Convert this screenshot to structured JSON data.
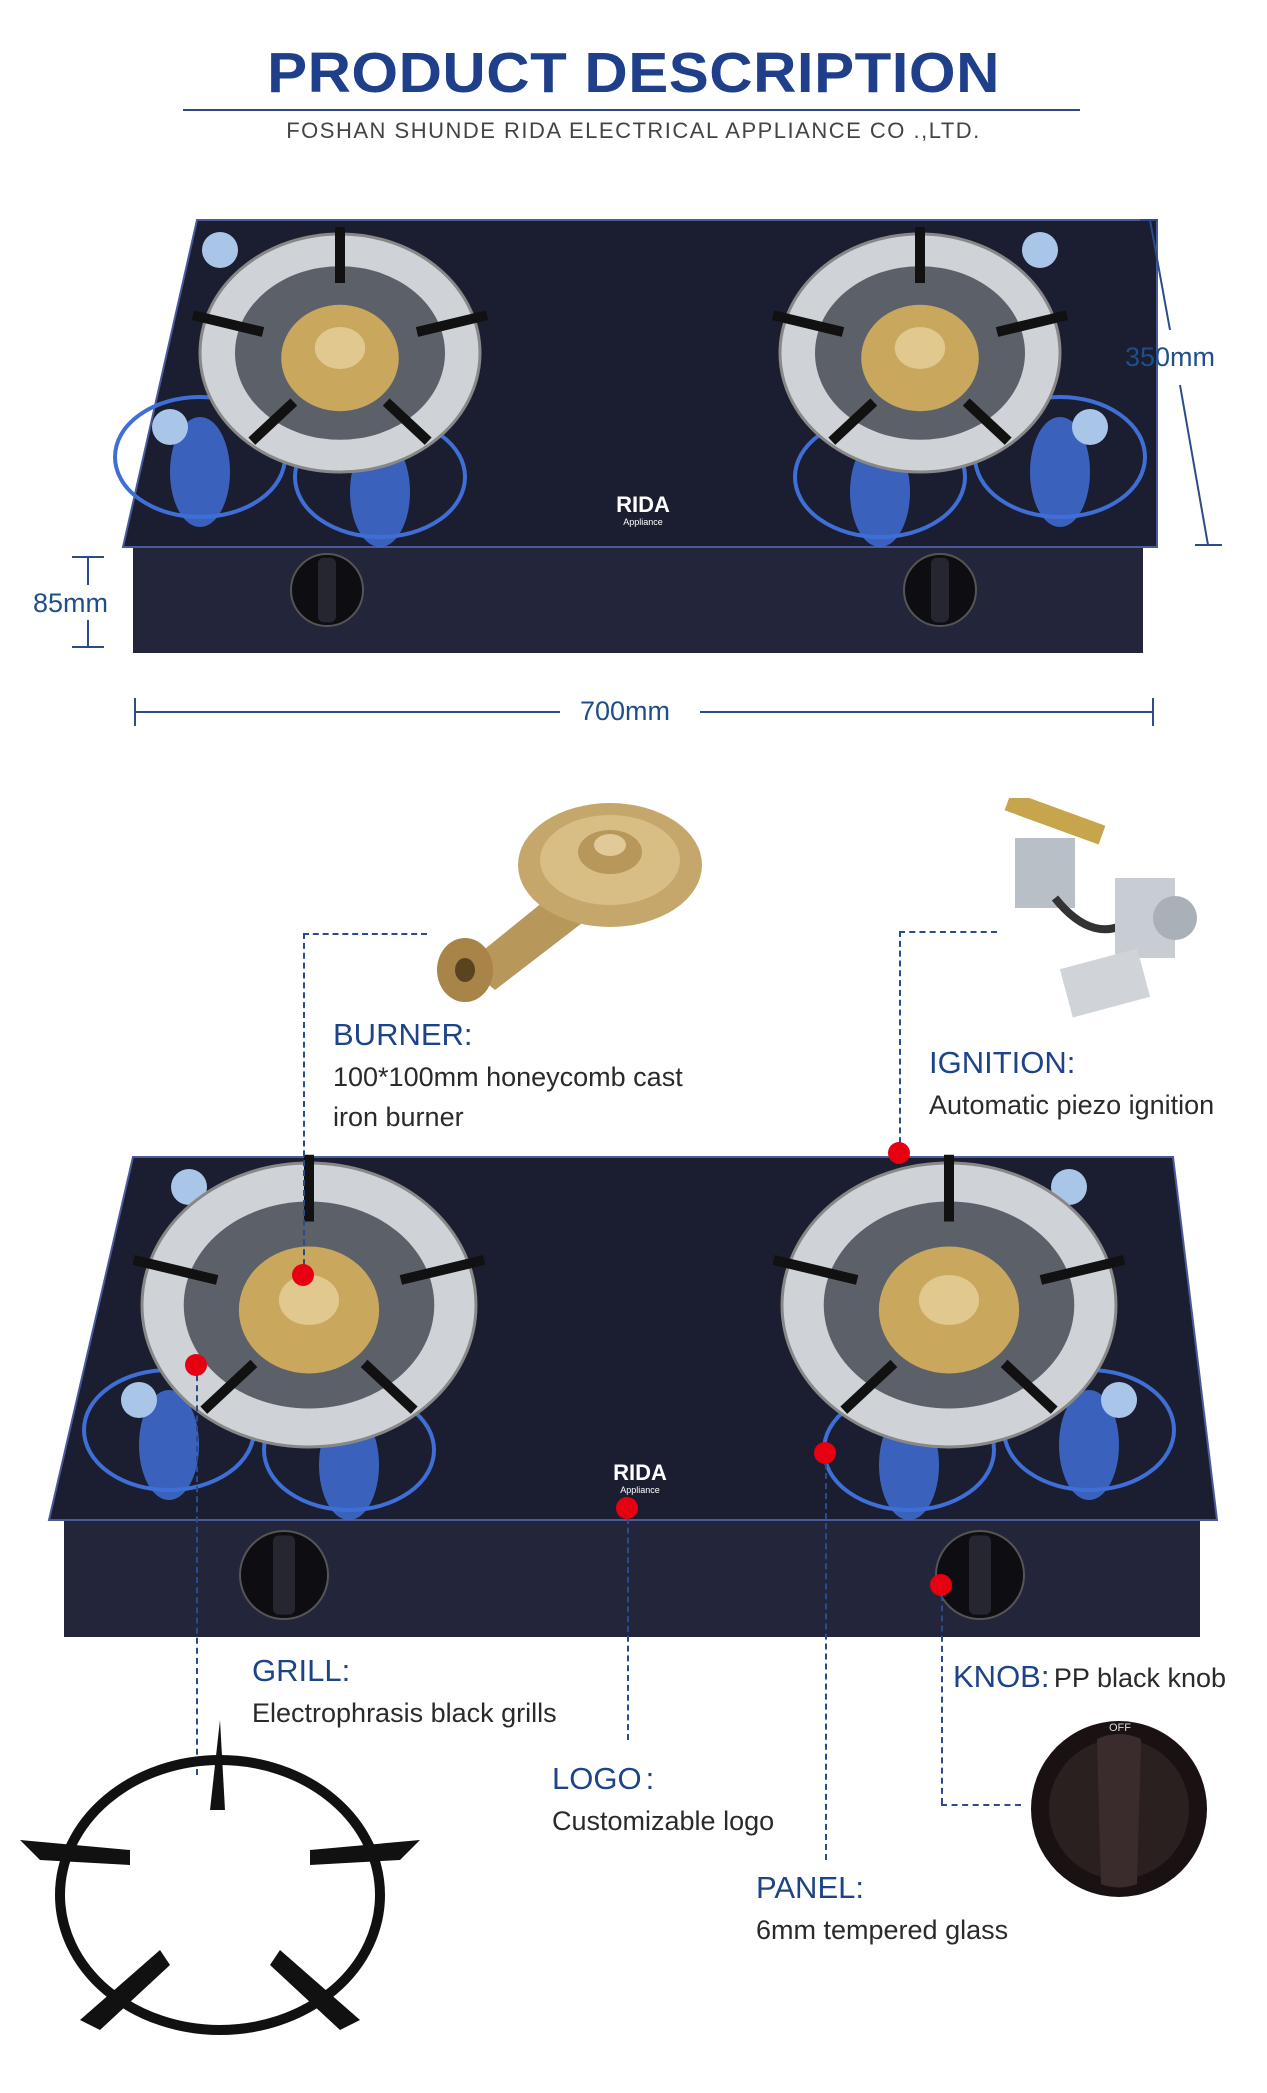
{
  "header": {
    "title": "PRODUCT DESCRIPTION",
    "subtitle": "FOSHAN SHUNDE RIDA ELECTRICAL APPLIANCE CO .,LTD."
  },
  "dimensions": {
    "depth": "350mm",
    "height": "85mm",
    "width": "700mm"
  },
  "brand_logo": {
    "name": "RIDA",
    "tagline": "Appliance"
  },
  "features": {
    "burner": {
      "label": "BURNER:",
      "desc_line1": "100*100mm honeycomb cast",
      "desc_line2": "iron burner"
    },
    "ignition": {
      "label": "IGNITION:",
      "desc": "Automatic piezo ignition"
    },
    "grill": {
      "label": "GRILL:",
      "desc": "Electrophrasis black grills"
    },
    "logo": {
      "label": "LOGO",
      "colon": ":",
      "desc": "Customizable logo"
    },
    "panel": {
      "label": "PANEL:",
      "desc": "6mm tempered glass"
    },
    "knob": {
      "label": "KNOB:",
      "desc": "PP black knob"
    }
  },
  "colors": {
    "title": "#1f3f8b",
    "label": "#1d4488",
    "marker": "#e60012",
    "glass": "#1b1e30",
    "floral": "#3f6fd6"
  }
}
